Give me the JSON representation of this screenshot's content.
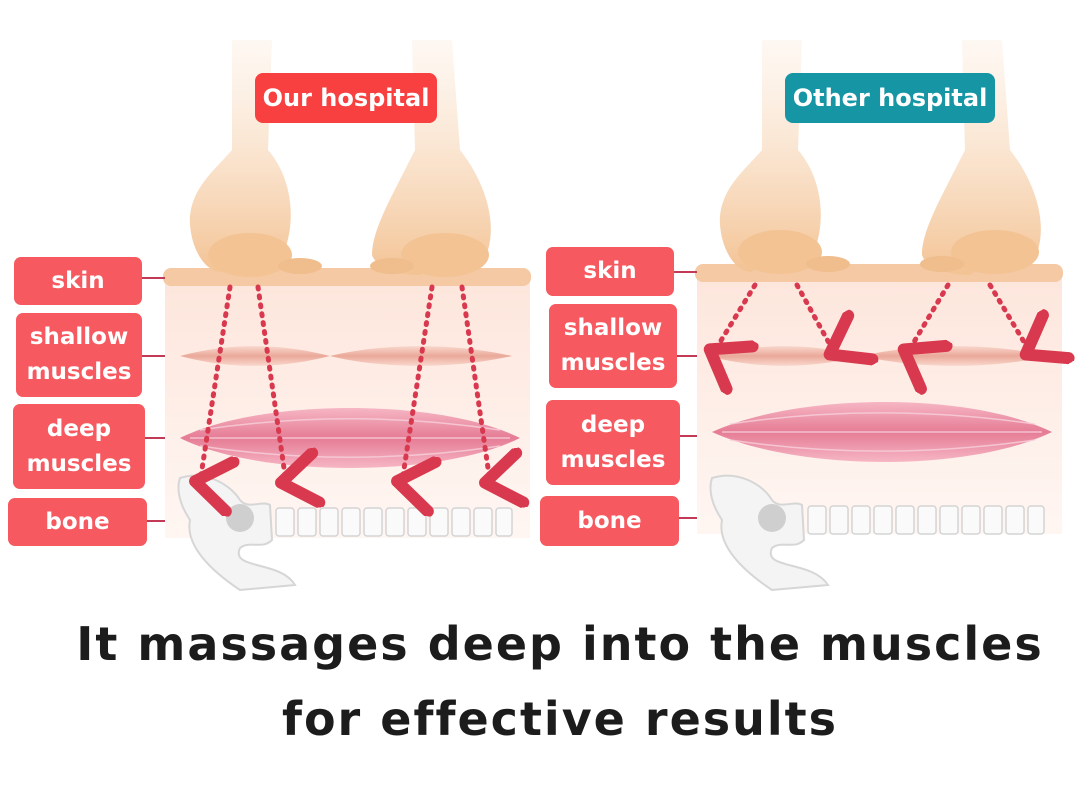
{
  "left_panel": {
    "badge": "Our hospital",
    "badge_color": "#f7403f",
    "labels": {
      "skin": "skin",
      "shallow_1": "shallow",
      "shallow_2": "muscles",
      "deep_1": "deep",
      "deep_2": "muscles",
      "bone": "bone"
    }
  },
  "right_panel": {
    "badge": "Other hospital",
    "badge_color": "#1695a4",
    "labels": {
      "skin": "skin",
      "shallow_1": "shallow",
      "shallow_2": "muscles",
      "deep_1": "deep",
      "deep_2": "muscles",
      "bone": "bone"
    }
  },
  "caption": {
    "line1": "It massages deep into the muscles",
    "line2": "for effective results"
  },
  "colors": {
    "label_bg": "#f65a60",
    "arrow": "#d8394e",
    "skin": "#f5c9a3",
    "hand": "#f3c394",
    "deep_muscle": "#e88aa0",
    "shallow_muscle": "#f0b6a8"
  }
}
